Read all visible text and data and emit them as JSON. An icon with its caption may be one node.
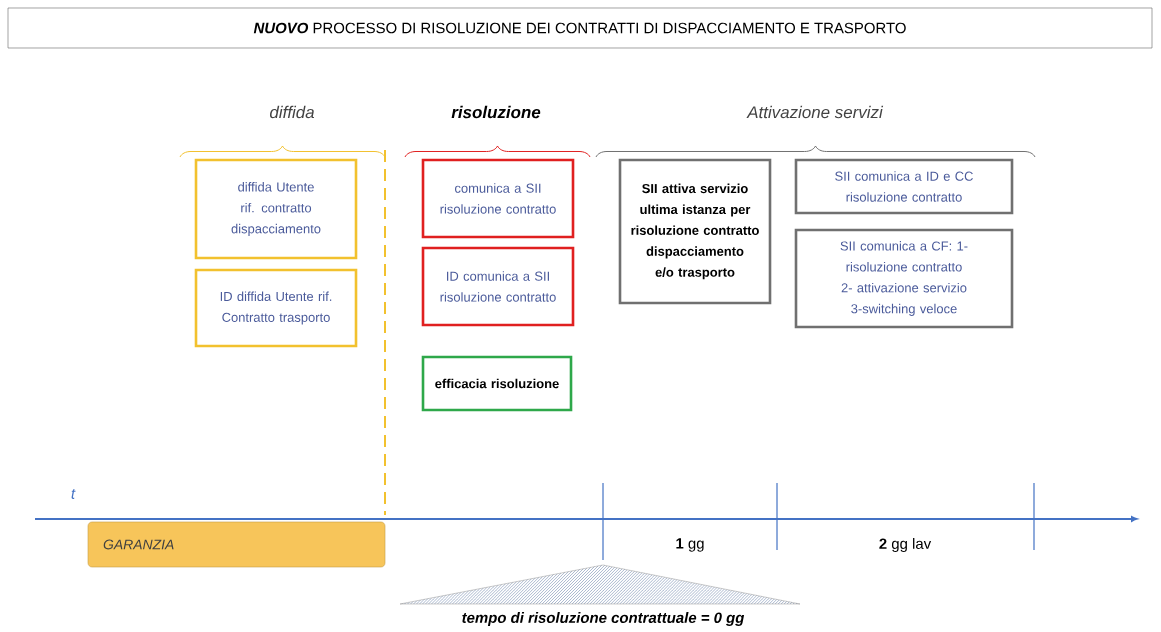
{
  "diagram": {
    "title": "**NUOVO** PROCESSO DI RISOLUZIONE DEI CONTRATTI DI DISPACCIAMENTO E TRASPORTO",
    "nodes": [
      {
        "text": [
          "diffida Utente rif. contratto dispacciamento"
        ]
      },
      {
        "text": [
          "ID diffida Utente rif. Contratto trasporto"
        ]
      },
      {
        "text": [
          "comunica a SII risoluzione contratto"
        ]
      },
      {
        "text": [
          "ID comunica a SII risoluzione contratto"
        ]
      },
      {
        "text": [
          "efficacia risoluzione"
        ]
      },
      {
        "text": [
          "SII attiva servizio ultima istanza per risoluzione contratto dispacciamento e/o trasporto"
        ]
      },
      {
        "text": [
          "SII comunica a ID e CC risoluzione contratto"
        ]
      },
      {
        "text": [
          "SII comunica a CF: 1- risoluzione contratto 2- attivazione servizio 3-switching veloce"
        ]
      },
      {
        "text": [
          "GARANZIA"
        ]
      }
    ],
    "edges": [],
    "labels": [
      "diffida",
      "risoluzione",
      "Attivazione servizi",
      "t",
      "**1** gg",
      "**2** gg lav",
      "tempo di risoluzione contrattuale = 0 gg"
    ]
  }
}
